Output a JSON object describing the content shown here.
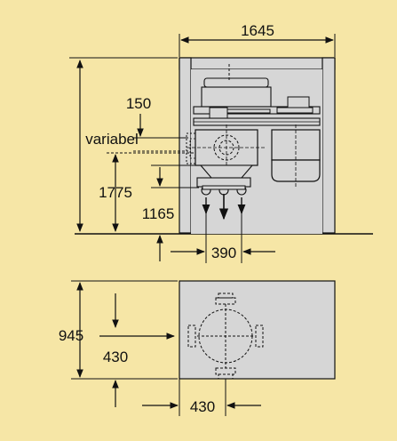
{
  "colors": {
    "background": "#f6e6a6",
    "machine_fill": "#d6d6d6",
    "line": "#111111"
  },
  "labels": {
    "width_top": "1645",
    "height_total": "variabel",
    "offset_150": "150",
    "height_1775": "1775",
    "height_1165": "1165",
    "width_390": "390",
    "depth_945": "945",
    "depth_430": "430",
    "width_430": "430"
  }
}
